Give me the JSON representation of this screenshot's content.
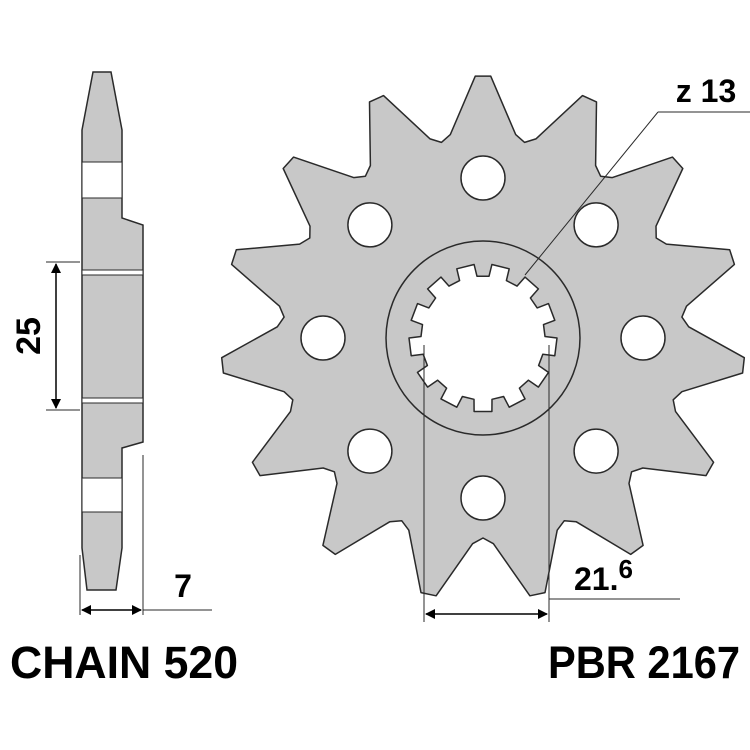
{
  "sprocket": {
    "teeth_label": "z 13",
    "width_label": "7",
    "height_label": "25",
    "bore_label_main": "21.",
    "bore_label_sup": "6",
    "chain_label": "CHAIN 520",
    "part_label": "PBR 2167",
    "tooth_count": 15,
    "bolt_hole_count": 8,
    "spline_count": 13
  },
  "colors": {
    "body": "#c8c8c8",
    "stroke": "#2a2a2a",
    "background": "#ffffff"
  }
}
